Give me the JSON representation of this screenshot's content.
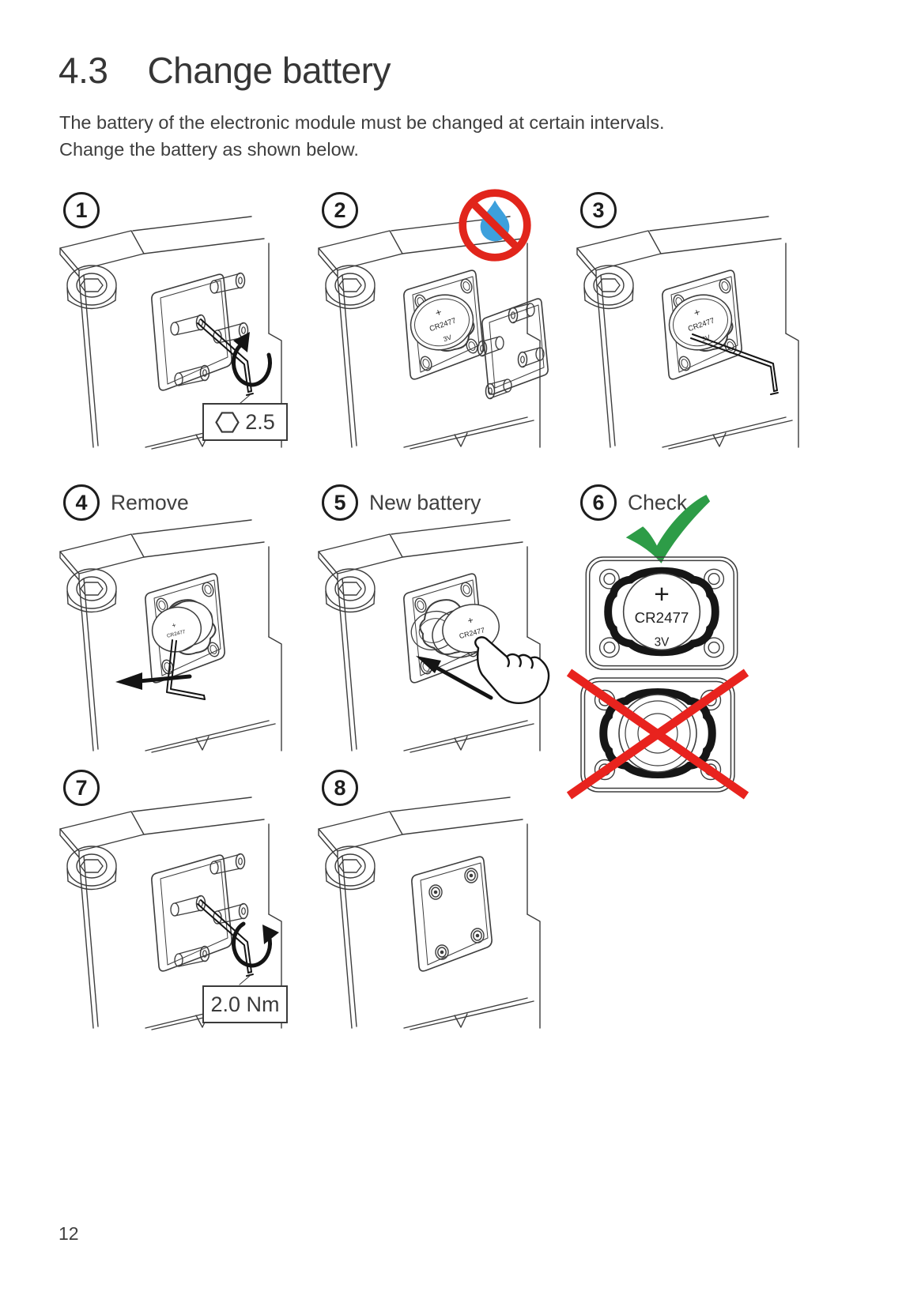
{
  "header": {
    "section": "4.3",
    "title": "Change battery"
  },
  "intro": {
    "line1": "The battery of the electronic module must be changed at certain intervals.",
    "line2": "Change the battery as shown below."
  },
  "steps": [
    {
      "number": "1",
      "label": "",
      "callout": "2.5"
    },
    {
      "number": "2",
      "label": ""
    },
    {
      "number": "3",
      "label": ""
    },
    {
      "number": "4",
      "label": "Remove"
    },
    {
      "number": "5",
      "label": "New battery"
    },
    {
      "number": "6",
      "label": "Check"
    },
    {
      "number": "7",
      "label": "",
      "callout": "2.0 Nm"
    },
    {
      "number": "8",
      "label": ""
    }
  ],
  "battery": {
    "polarity": "+",
    "model": "CR2477",
    "voltage": "3V"
  },
  "footer": {
    "page_number": "12"
  },
  "icons": {
    "no_water": "prohibition circle over water drop",
    "check": "green check mark",
    "cross": "red X",
    "hex_socket": "hexagon"
  },
  "colors": {
    "line": "#3d3d3d",
    "ink": "#141414",
    "prohibition_red": "#e1251b",
    "water_blue": "#3da0dc",
    "check_green": "#2d9c47",
    "cross_red": "#e8231e"
  }
}
